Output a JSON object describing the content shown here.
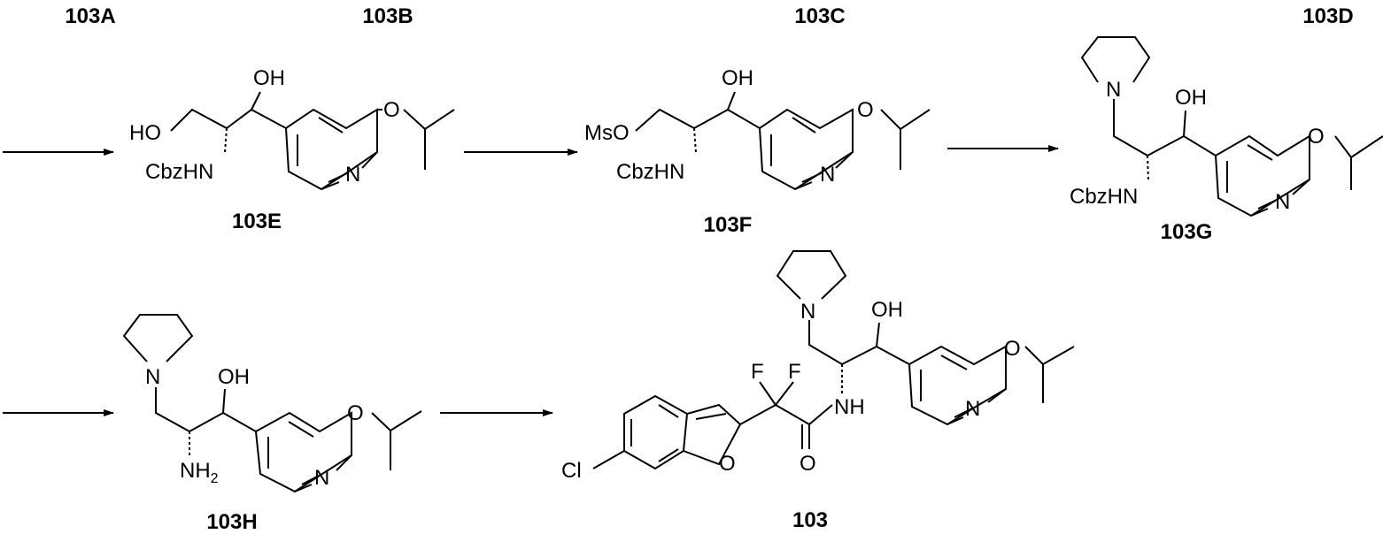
{
  "top_labels": [
    "103A",
    "103B",
    "103C",
    "103D"
  ],
  "compounds": {
    "c103E": {
      "label": "103E",
      "atoms": {
        "oh": "OH",
        "ho": "HO",
        "amine": "CbzHN",
        "o": "O",
        "n": "N"
      }
    },
    "c103F": {
      "label": "103F",
      "atoms": {
        "oh": "OH",
        "oms": "MsO",
        "amine": "CbzHN",
        "o": "O",
        "n": "N"
      }
    },
    "c103G": {
      "label": "103G",
      "atoms": {
        "pyrrN": "N",
        "oh": "OH",
        "amine": "CbzHN",
        "o": "O",
        "n": "N"
      }
    },
    "c103H": {
      "label": "103H",
      "atoms": {
        "pyrrN": "N",
        "oh": "OH",
        "nh": "NH",
        "sub2": "2",
        "o": "O",
        "n": "N"
      }
    },
    "c103": {
      "label": "103",
      "atoms": {
        "pyrrN": "N",
        "oh": "OH",
        "f1": "F",
        "f2": "F",
        "nh": "NH",
        "o_furan": "O",
        "o_carbonyl": "O",
        "cl": "Cl",
        "o": "O",
        "n": "N"
      }
    }
  }
}
